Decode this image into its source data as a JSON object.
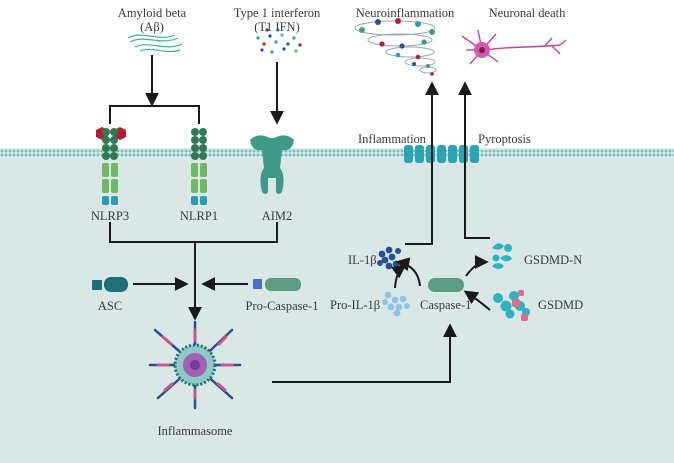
{
  "labels": {
    "amyloid_line1": "Amyloid beta",
    "amyloid_line2": "(Aβ)",
    "ifn_line1": "Type 1 interferon",
    "ifn_line2": "(T1 IFN)",
    "neuroinflammation": "Neuroinflammation",
    "neuronal_death": "Neuronal death",
    "inflammation": "Inflammation",
    "pyroptosis": "Pyroptosis",
    "nlrp3": "NLRP3",
    "nlrp1": "NLRP1",
    "aim2": "AIM2",
    "asc": "ASC",
    "pro_caspase1": "Pro-Caspase-1",
    "inflammasome": "Inflammasome",
    "il1b": "IL-1β",
    "pro_il1b": "Pro-IL-1β",
    "caspase1": "Caspase-1",
    "gsdmd_n": "GSDMD-N",
    "gsdmd": "GSDMD"
  },
  "colors": {
    "cytoplasm": "#d9e7e5",
    "membrane": "#8fc9c6",
    "receptor_green": "#2f7a55",
    "receptor_light": "#6fb866",
    "receptor_teal": "#2a9db2",
    "aim2": "#3e9a87",
    "amyloid_red": "#b31f2e",
    "asc": "#1f6f7a",
    "caspase": "#5c9c82",
    "il1b_dark": "#2a4f96",
    "il1b_light": "#8ec5e6",
    "gsdmd": "#2fb3c0",
    "gsdmd_pink": "#e06a8d",
    "neuron": "#c2439b",
    "arrow": "#1a1a1a"
  }
}
